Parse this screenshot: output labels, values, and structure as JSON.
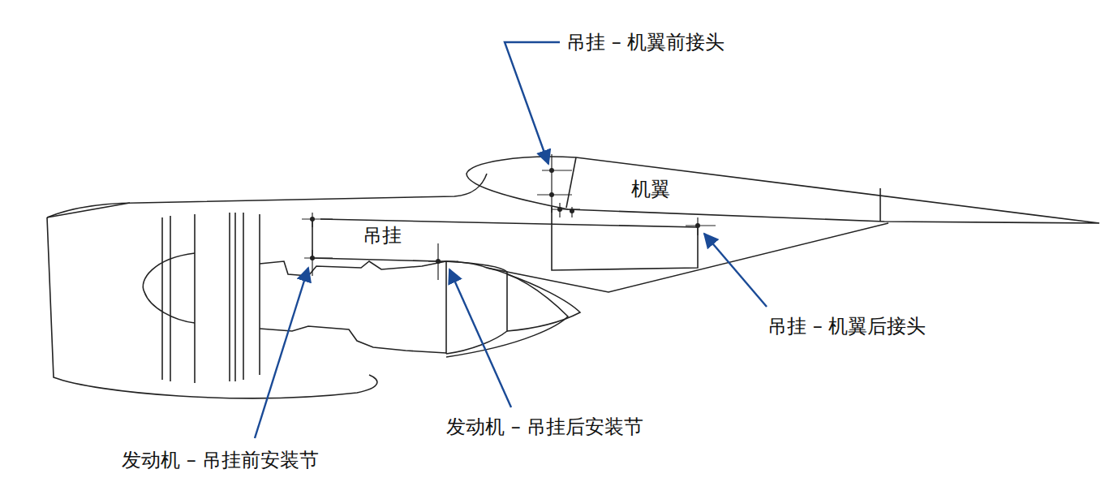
{
  "diagram": {
    "labels": [
      "吊挂 – 机翼前接头",
      "机翼",
      "吊挂",
      "吊挂 – 机翼后接头",
      "发动机 – 吊挂后安装节",
      "发动机 – 吊挂前安装节"
    ]
  }
}
